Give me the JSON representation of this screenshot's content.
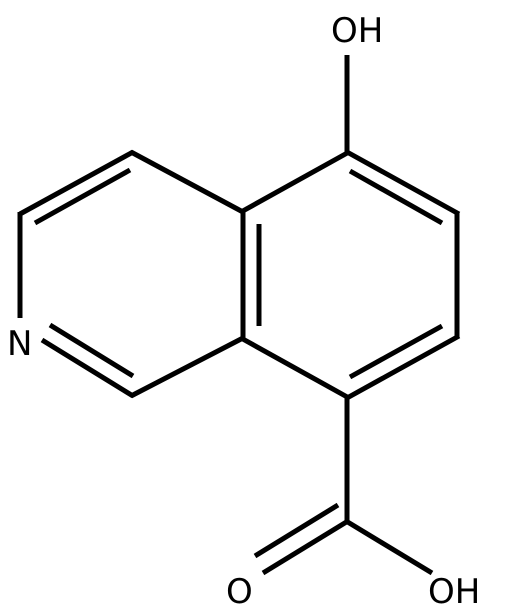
{
  "molecule": {
    "labels": {
      "hydroxyl_top": "OH",
      "nitrogen": "N",
      "carbonyl_oxygen": "O",
      "acid_hydroxyl": "OH"
    },
    "colors": {
      "bond": "#000000",
      "text": "#000000",
      "background": "#ffffff"
    }
  }
}
